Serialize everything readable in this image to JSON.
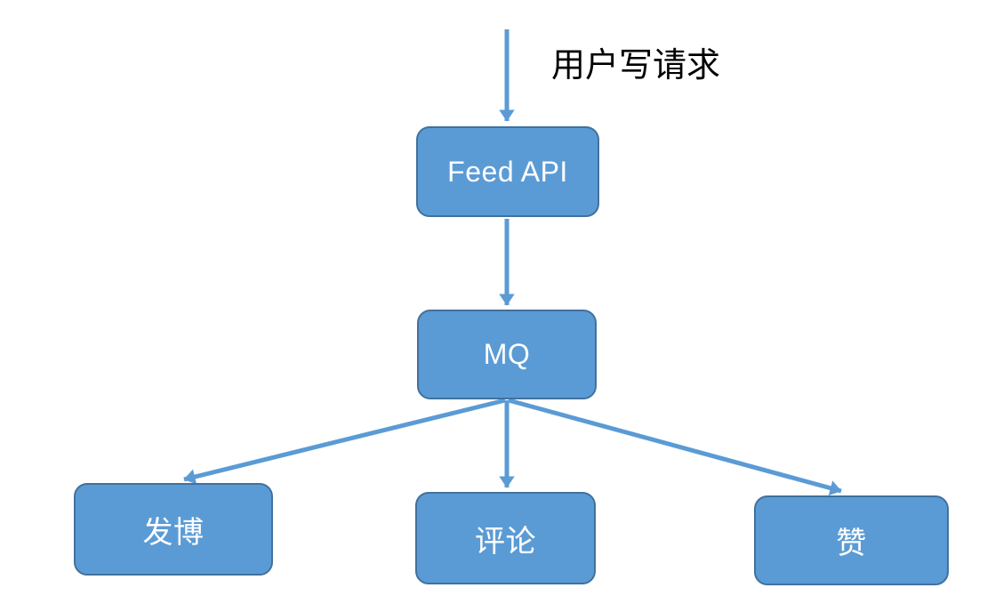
{
  "diagram": {
    "annotation": {
      "user_write_request": "用户写请求"
    },
    "nodes": {
      "feed_api": {
        "label": "Feed API"
      },
      "mq": {
        "label": "MQ"
      },
      "post": {
        "label": "发博"
      },
      "comment": {
        "label": "评论"
      },
      "like": {
        "label": "赞"
      }
    },
    "edges": [
      {
        "from": "user-write-request",
        "to": "feed-api"
      },
      {
        "from": "feed-api",
        "to": "mq"
      },
      {
        "from": "mq",
        "to": "post"
      },
      {
        "from": "mq",
        "to": "comment"
      },
      {
        "from": "mq",
        "to": "like"
      }
    ],
    "colors": {
      "background": "#ffffff",
      "node_fill": "#5b9bd5",
      "node_border": "#41719c",
      "node_text": "#ffffff",
      "arrow": "#5b9bd5",
      "annotation_text": "#000000"
    }
  }
}
